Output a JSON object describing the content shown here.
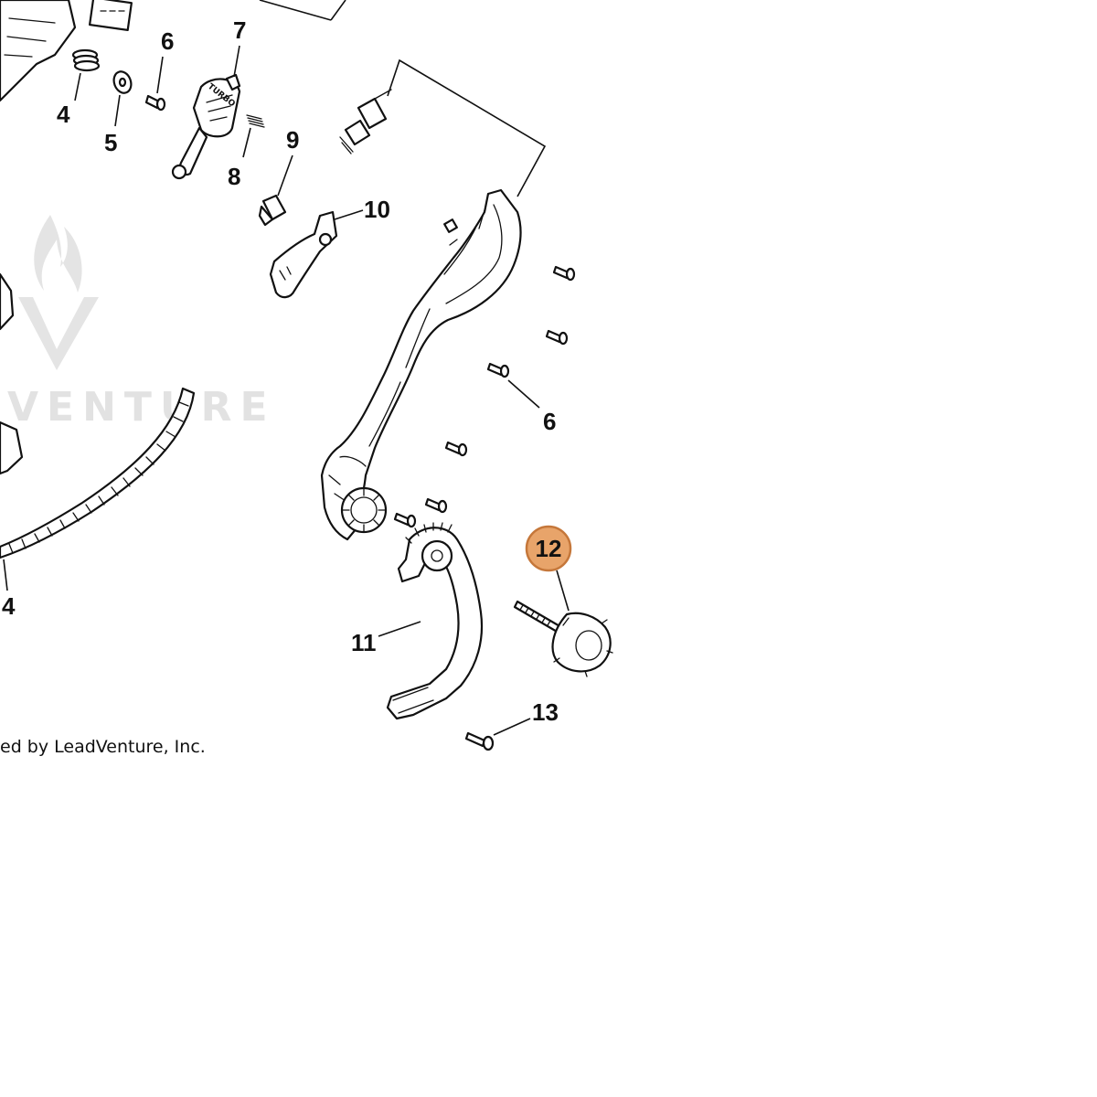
{
  "callouts": {
    "c4a": "4",
    "c5": "5",
    "c6a": "6",
    "c7": "7",
    "c8": "8",
    "c9": "9",
    "c10": "10",
    "c6b": "6",
    "c4b": "4",
    "c11": "11",
    "c12": "12",
    "c13": "13"
  },
  "labels": {
    "turbo": "TURBO",
    "watermark": "VENTURE",
    "copyright": "ed by LeadVenture, Inc."
  },
  "highlight": {
    "part": "12",
    "color": "#e8a46a"
  }
}
